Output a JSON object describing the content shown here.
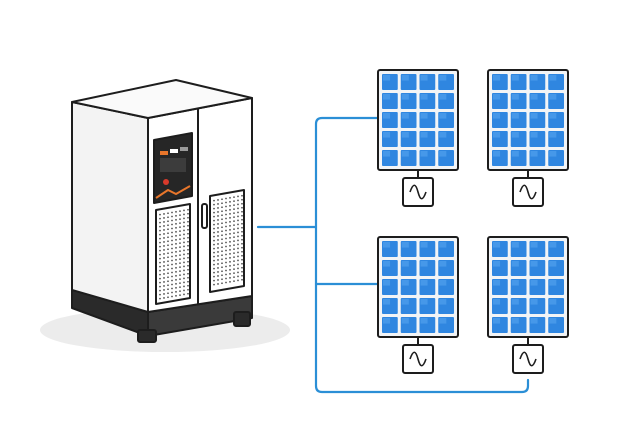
{
  "colors": {
    "background": "#ffffff",
    "outline": "#1d1d1d",
    "panel_cell": "#2f86e0",
    "panel_cell_highlight": "#5aa7f0",
    "panel_frame": "#f2f4f6",
    "cable": "#2b8fd6",
    "cabinet_body": "#f3f3f3",
    "cabinet_top": "#fafafa",
    "cabinet_side": "#dcdcdc",
    "cabinet_base": "#2a2a2a",
    "control_panel": "#262626",
    "status_orange": "#e8762b",
    "status_red": "#d93a2b",
    "shadow": "#ececec"
  },
  "icons": {
    "inverter_box": "sine-wave-icon",
    "cabinet": "battery-storage-cabinet-icon",
    "panel": "solar-panel-icon"
  },
  "diagram": {
    "nodes": [
      {
        "id": "storage-cabinet",
        "type": "battery-storage-cabinet"
      },
      {
        "id": "panel-top-left",
        "type": "solar-panel",
        "has_microinverter": true
      },
      {
        "id": "panel-top-right",
        "type": "solar-panel",
        "has_microinverter": true
      },
      {
        "id": "panel-bottom-left",
        "type": "solar-panel",
        "has_microinverter": true
      },
      {
        "id": "panel-bottom-right",
        "type": "solar-panel",
        "has_microinverter": true
      }
    ],
    "panel_grid": {
      "rows": 5,
      "cols": 4
    },
    "connections": [
      {
        "from": "storage-cabinet",
        "to": "panel-top-left"
      },
      {
        "from": "storage-cabinet",
        "to": "panel-bottom-left"
      },
      {
        "from": "storage-cabinet",
        "to": "panel-bottom-right"
      }
    ]
  }
}
